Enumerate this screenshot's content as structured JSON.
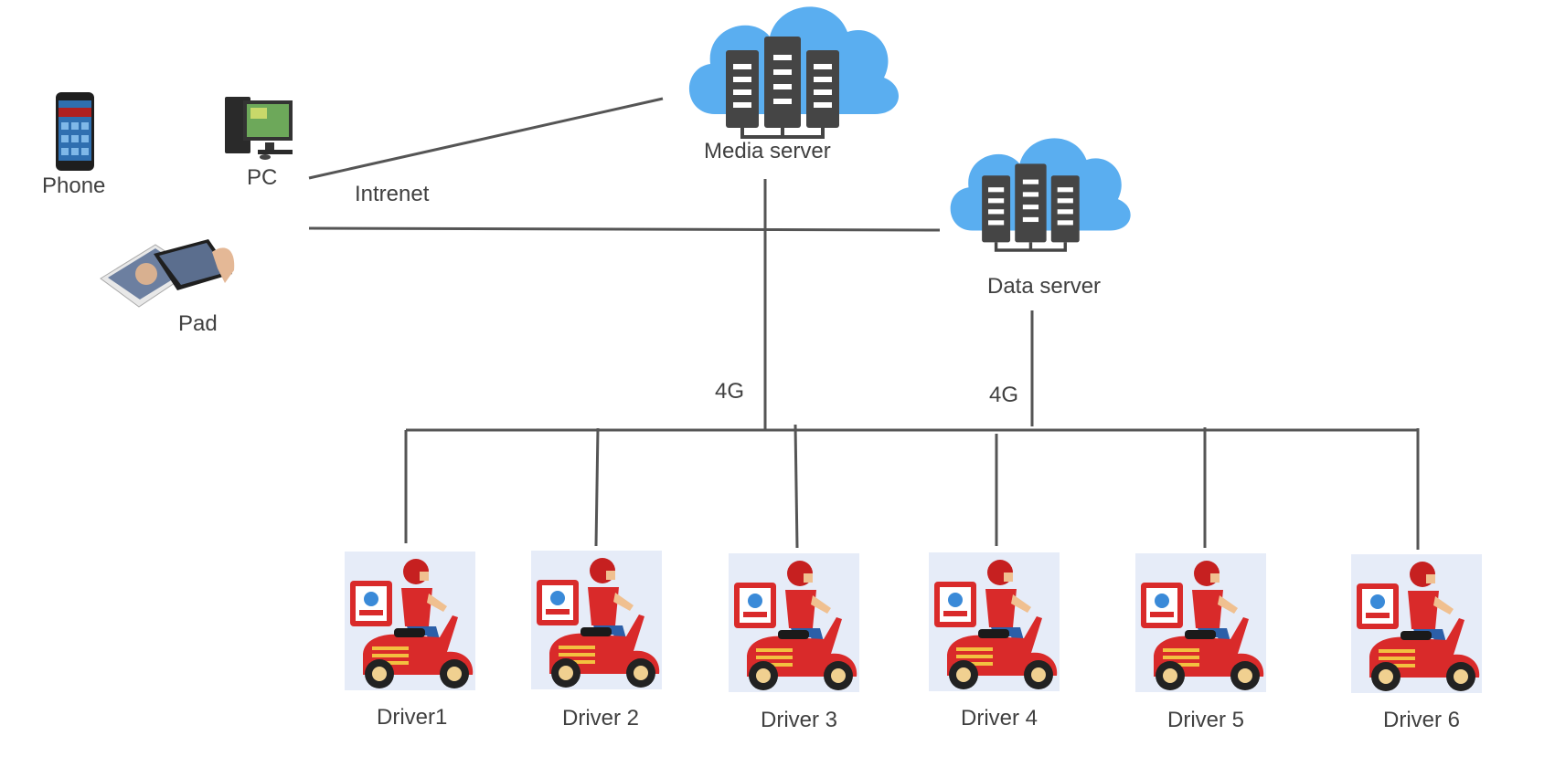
{
  "devices": {
    "phone_label": "Phone",
    "pc_label": "PC",
    "pad_label": "Pad"
  },
  "links": {
    "internet_label": "Intrenet",
    "media_link_label": "4G",
    "data_link_label": "4G"
  },
  "servers": {
    "media_label": "Media server",
    "data_label": "Data server"
  },
  "drivers": [
    {
      "label": "Driver1"
    },
    {
      "label": "Driver 2"
    },
    {
      "label": "Driver 3"
    },
    {
      "label": "Driver 4"
    },
    {
      "label": "Driver 5"
    },
    {
      "label": "Driver 6"
    }
  ],
  "colors": {
    "line": "#555555",
    "cloud": "#5aaef0",
    "server": "#4a4a4a",
    "scooter": "#d92a2a",
    "driver_bg": "#e6ecf8"
  },
  "icons": {
    "server": "cloud-server-icon",
    "driver": "delivery-scooter-icon",
    "phone": "smartphone-icon",
    "pc": "desktop-pc-icon",
    "pad": "tablet-icon"
  }
}
